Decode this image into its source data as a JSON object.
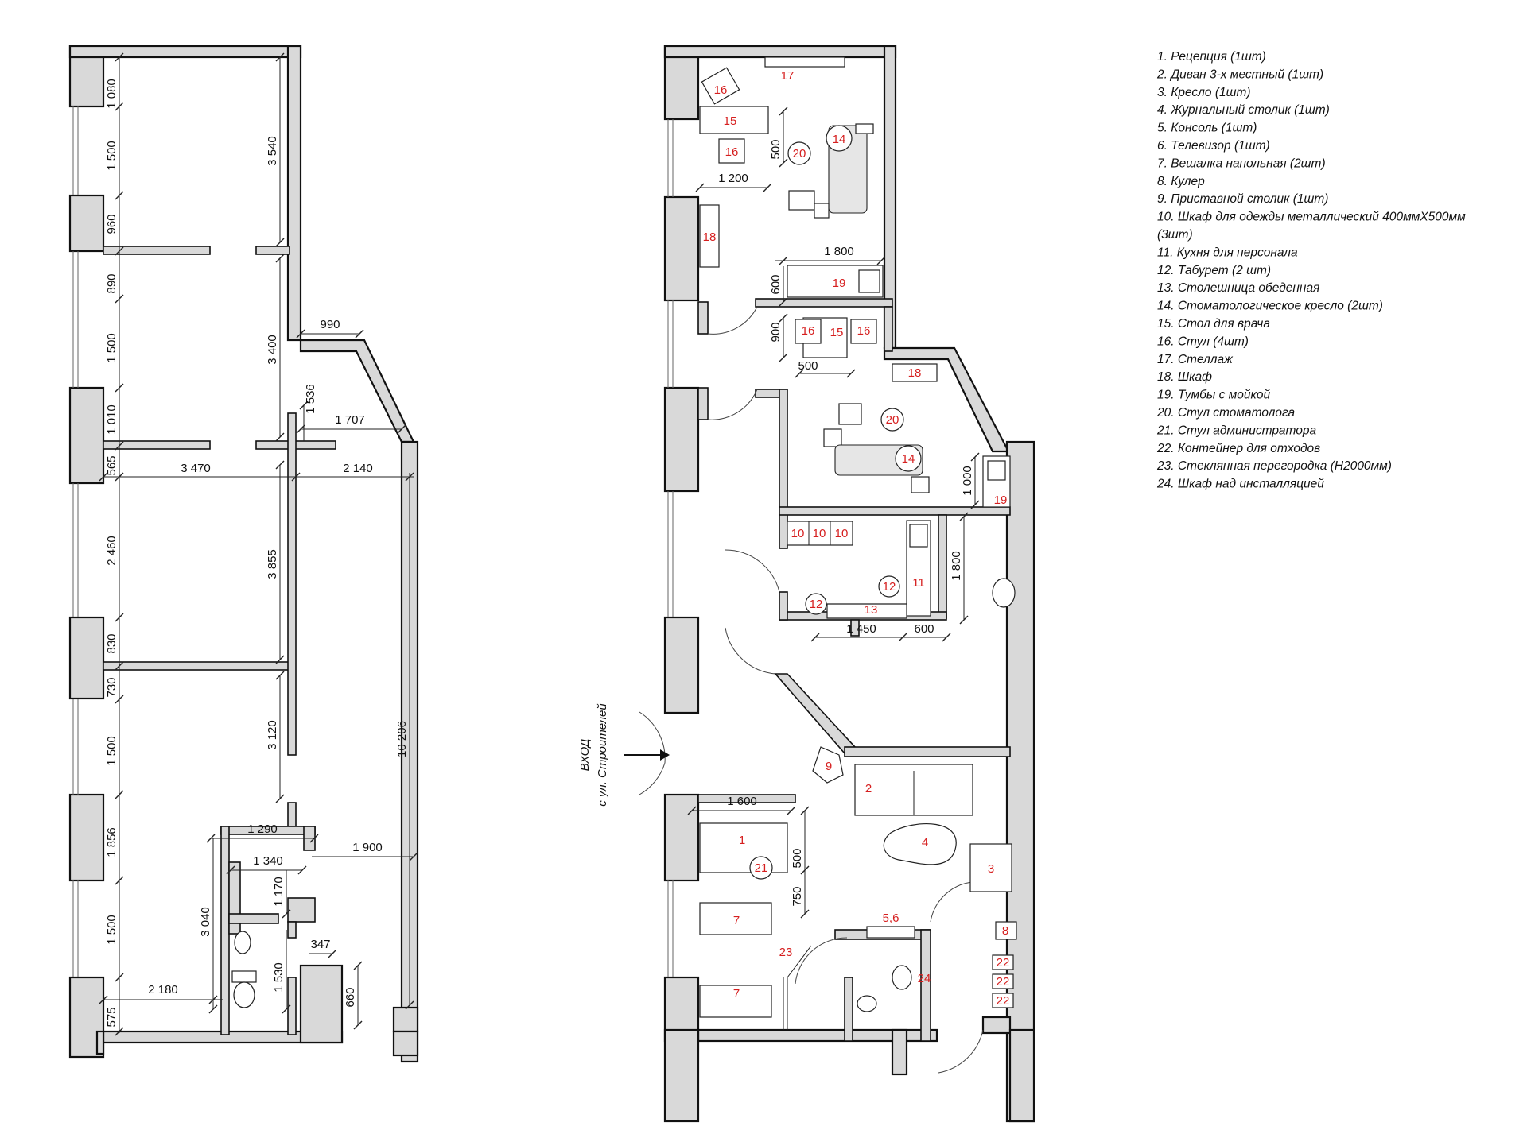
{
  "dims_left": {
    "d1080": "1 080",
    "d1500a": "1 500",
    "d3540": "3 540",
    "d960": "960",
    "d890": "890",
    "d1500b": "1 500",
    "d3400": "3 400",
    "d990": "990",
    "d1010": "1 010",
    "d1536": "1 536",
    "d1707": "1 707",
    "d565": "565",
    "d3470": "3 470",
    "d2140": "2 140",
    "d2460": "2 460",
    "d3855": "3 855",
    "d830": "830",
    "d730": "730",
    "d1500c": "1 500",
    "d3120": "3 120",
    "d10206": "10 206",
    "d1290": "1 290",
    "d1340": "1 340",
    "d1900": "1 900",
    "d1856": "1 856",
    "d1170": "1 170",
    "d3040": "3 040",
    "d1500d": "1 500",
    "d1530": "1 530",
    "d347": "347",
    "d660": "660",
    "d575": "575",
    "d2180": "2 180"
  },
  "dims_right": {
    "d1200": "1 200",
    "d500a": "500",
    "d1800a": "1 800",
    "d600a": "600",
    "d900": "900",
    "d500b": "500",
    "d1000": "1 000",
    "d1800b": "1 800",
    "d1450": "1 450",
    "d600b": "600",
    "d1600": "1 600",
    "d500c": "500",
    "d750": "750"
  },
  "labels": {
    "n1": "1",
    "n2": "2",
    "n3": "3",
    "n4": "4",
    "n56": "5,6",
    "n7a": "7",
    "n7b": "7",
    "n8": "8",
    "n9": "9",
    "n10a": "10",
    "n10b": "10",
    "n10c": "10",
    "n11": "11",
    "n12a": "12",
    "n12b": "12",
    "n13": "13",
    "n14a": "14",
    "n14b": "14",
    "n15a": "15",
    "n15b": "15",
    "n16a": "16",
    "n16b": "16",
    "n16c": "16",
    "n16d": "16",
    "n17": "17",
    "n18a": "18",
    "n18b": "18",
    "n19a": "19",
    "n19b": "19",
    "n20a": "20",
    "n20b": "20",
    "n21": "21",
    "n22a": "22",
    "n22b": "22",
    "n22c": "22",
    "n23": "23",
    "n24": "24"
  },
  "entrance": {
    "line1": "ВХОД",
    "line2": "с ул. Строителей"
  },
  "legend": [
    "1. Рецепция (1шт)",
    "2. Диван 3-х местный (1шт)",
    "3. Кресло (1шт)",
    "4. Журнальный столик (1шт)",
    "5. Консоль (1шт)",
    "6. Телевизор (1шт)",
    "7. Вешалка напольная (2шт)",
    "8. Кулер",
    "9. Приставной столик (1шт)",
    "10. Шкаф для одежды металлический 400ммХ500мм",
    "(3шт)",
    "11. Кухня для персонала",
    "12. Табурет (2 шт)",
    "13. Столешница обеденная",
    "14. Стоматологическое кресло (2шт)",
    "15. Стол для врача",
    "16. Стул (4шт)",
    "17. Стеллаж",
    "18. Шкаф",
    "19. Тумбы с мойкой",
    "20. Стул стоматолога",
    "21. Стул администратора",
    "22. Контейнер для отходов",
    "23. Стеклянная перегородка (Н2000мм)",
    "24. Шкаф над инсталляцией"
  ],
  "colors": {
    "wall_fill": "#d9d9d9",
    "line": "#111111",
    "furniture_numbers": "#d61f1f"
  }
}
